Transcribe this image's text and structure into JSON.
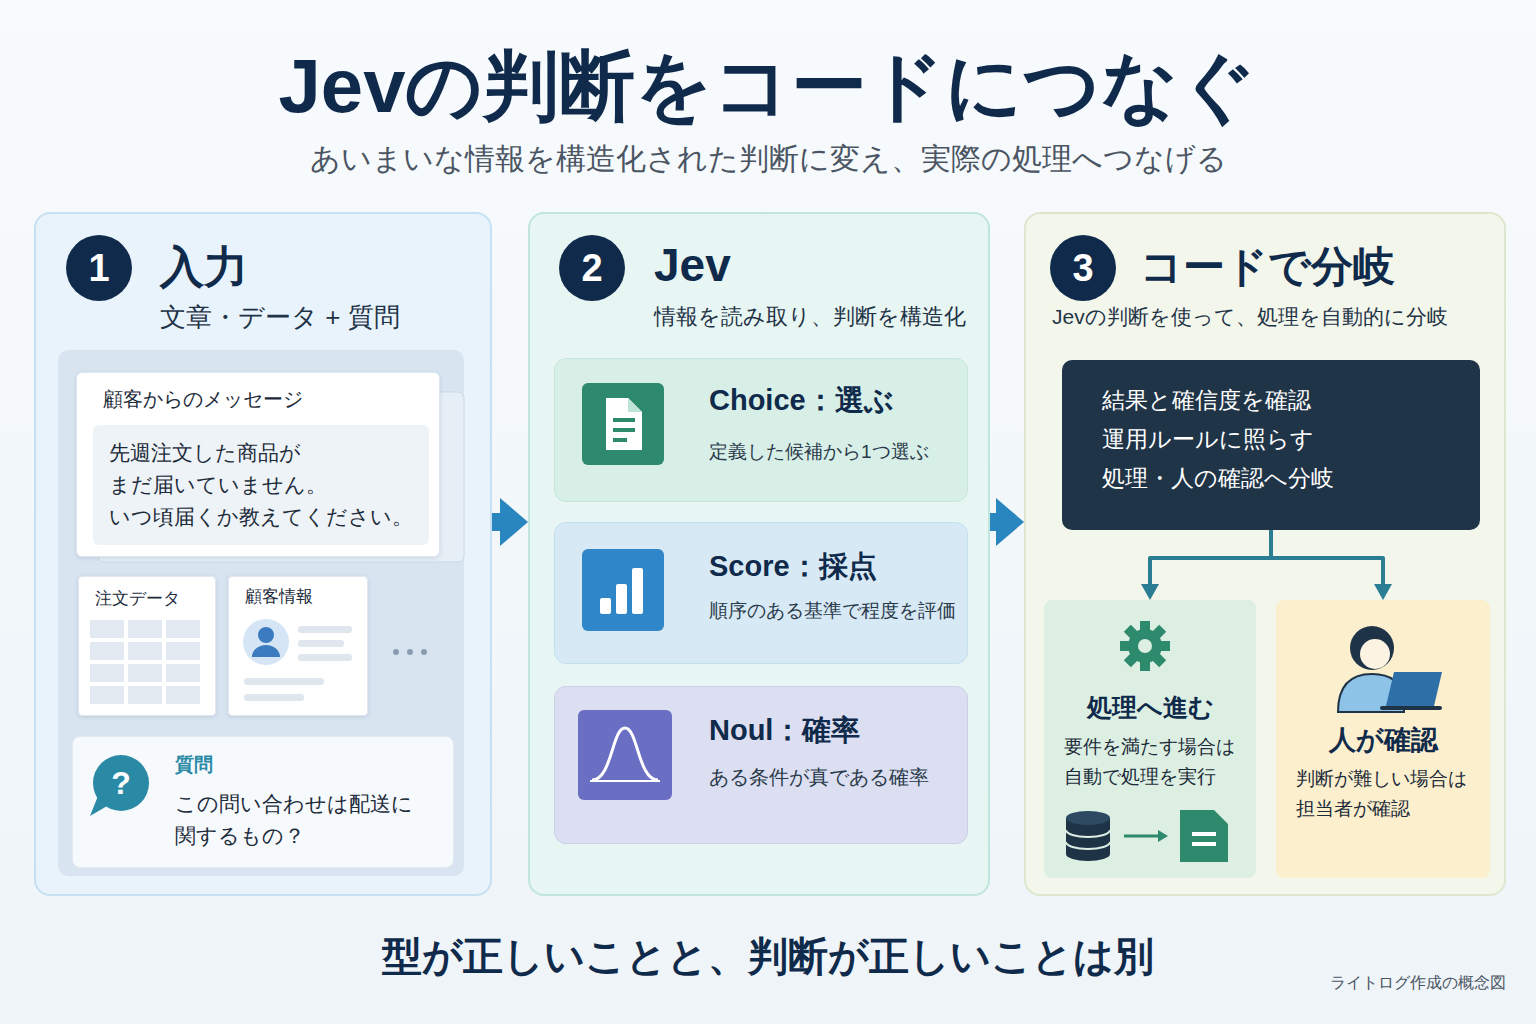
{
  "diagram": {
    "title": "Jevの判断をコードにつなぐ",
    "caption": "型が正しいことと、判断が正しいことは別",
    "nodes": [
      {
        "text": [
          "1",
          "入力",
          "文章・データ + 質問"
        ]
      },
      {
        "text": [
          "顧客からのメッセージ"
        ],
        "in": 0
      },
      {
        "text": [
          "先週注文した商品が まだ届いていません。 いつ頃届くか教えてください。"
        ],
        "in": 1
      },
      {
        "text": [
          "注文データ"
        ],
        "in": 0
      },
      {
        "text": [
          "顧客情報"
        ],
        "in": 0
      },
      {
        "text": [
          "?",
          "質問",
          "この問い合わせは配送に 関するもの？"
        ],
        "in": 0
      },
      {
        "text": [
          "2",
          "Jev",
          "情報を読み取り、判断を構造化"
        ]
      },
      {
        "text": [
          "Choice：選ぶ",
          "定義した候補から1つ選ぶ"
        ],
        "in": 6
      },
      {
        "text": [
          "Score：採点",
          "順序のある基準で程度を評価"
        ],
        "in": 6
      },
      {
        "text": [
          "Noul：確率",
          "ある条件が真である確率"
        ],
        "in": 6
      },
      {
        "text": [
          "3",
          "コードで分岐",
          "Jevの判断を使って、処理を自動的に分岐"
        ]
      },
      {
        "text": [
          "結果と確信度を確認",
          "運用ルールに照らす",
          "処理・人の確認へ分岐"
        ],
        "in": 10
      },
      {
        "text": [
          "処理へ進む",
          "要件を満たす場合は 自動で処理を実行"
        ],
        "in": 10
      },
      {
        "text": [
          "人が確認",
          "判断が難しい場合は 担当者が確認"
        ],
        "in": 10
      }
    ],
    "edges": [
      {
        "from": 0,
        "to": 6,
        "arrow": "to"
      },
      {
        "from": 6,
        "to": 10,
        "arrow": "to"
      },
      {
        "from": 11,
        "to": 12,
        "arrow": "to"
      },
      {
        "from": 11,
        "to": 13,
        "arrow": "to"
      }
    ],
    "labels": [
      "あいまいな情報を構造化された判断に変え、実際の処理へつなげる",
      "ライトログ作成の概念図"
    ]
  }
}
